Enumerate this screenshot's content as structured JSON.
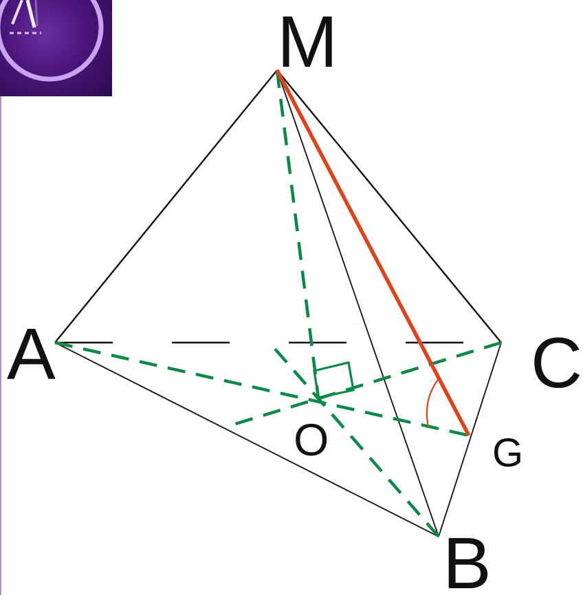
{
  "vertices": {
    "M": "M",
    "A": "A",
    "B": "B",
    "C": "C",
    "O": "O",
    "G": "G"
  },
  "colors": {
    "edge": "#111111",
    "hidden_edge": "#111111",
    "construction": "#0a8a46",
    "highlight": "#e0421a",
    "logo_bg": "#4a157a",
    "logo_ring": "#c9a3ee"
  },
  "icons": {
    "logo": "compass-circle-logo",
    "right_angle": "right-angle-marker",
    "angle_arc": "angle-arc"
  }
}
